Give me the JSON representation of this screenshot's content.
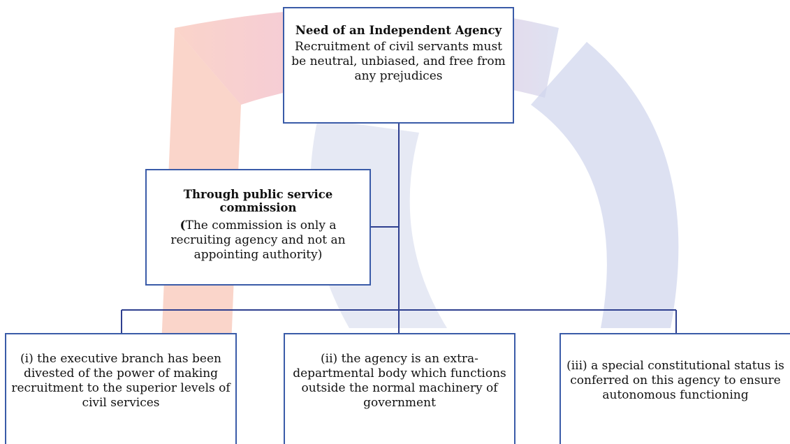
{
  "diagram": {
    "root": {
      "title": "Need of an Independent Agency",
      "body": "Recruitment of civil servants must be neutral, unbiased, and free from any prejudices"
    },
    "side": {
      "title": "Through public service commission",
      "body_open": "(",
      "body": "The commission is only a recruiting agency and not an appointing authority)"
    },
    "points": [
      {
        "text": "(i) the executive branch has been divested of the power of making recruitment to the superior levels of civil services"
      },
      {
        "text": "(ii) the agency is an extra-departmental body which functions outside the normal machinery of government"
      },
      {
        "text": "(iii) a special constitutional status is conferred on this agency to ensure autonomous functioning"
      }
    ]
  },
  "colors": {
    "box_border": "#3a5ba8",
    "connector": "#2e3f8f",
    "watermark_orange": "#f6b8a6",
    "watermark_blue": "#c9cfe9"
  }
}
